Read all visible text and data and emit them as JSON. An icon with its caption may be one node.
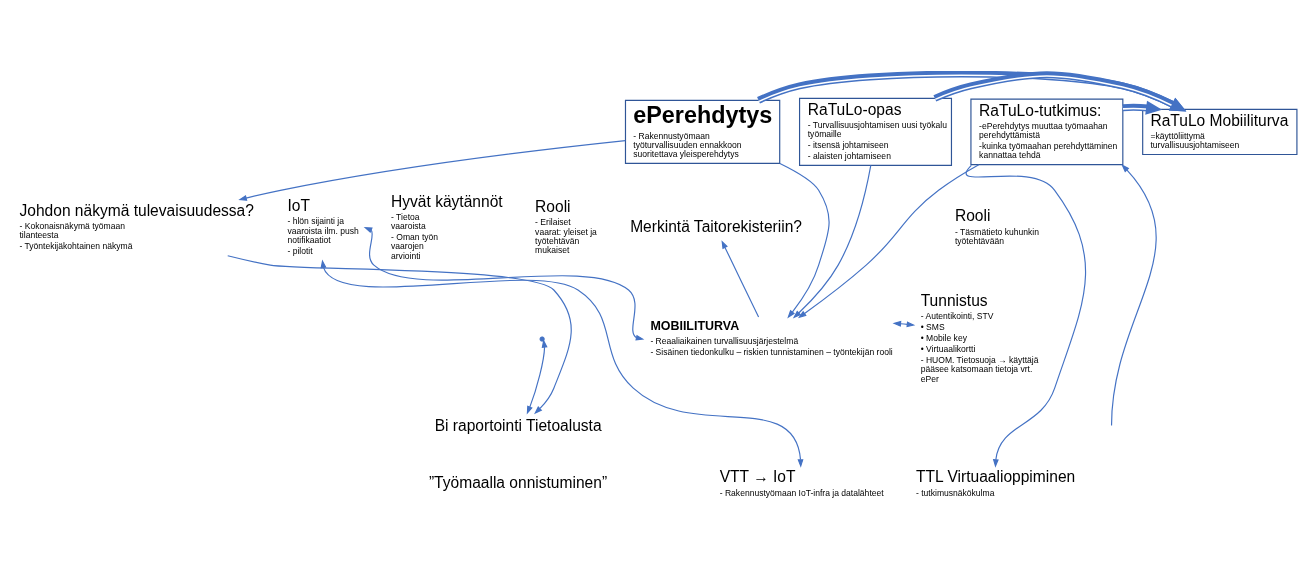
{
  "diagram": {
    "nodes": [
      {
        "text": [
          "ePerehdytys",
          "- Rakennustyömaan työturvallisuuden ennakkoon suoritettava yleisperehdytys"
        ]
      },
      {
        "text": [
          "RaTuLo-opas",
          "- Turvallisuusjohtamisen uusi työkalu työmaille",
          "- itsensä johtamiseen",
          "- alaisten johtamiseen"
        ]
      },
      {
        "text": [
          "RaTuLo-tutkimus:",
          "-ePerehdytys muuttaa työmaahan perehdyttämistä",
          "-kuinka työmaahan perehdyttäminen kannattaa tehdä"
        ]
      },
      {
        "text": [
          "RaTuLo Mobiiliturva",
          "=käyttöliittymä turvallisuusjohtamiseen"
        ]
      },
      {
        "text": [
          "Johdon näkymä tulevaisuudessa?",
          "- Kokonaisnäkymä työmaan tilanteesta",
          "- Työntekijäkohtainen näkymä"
        ]
      },
      {
        "text": [
          "IoT",
          "- hlön sijainti ja vaaroista ilm. push notifikaatiot",
          "- pilotit"
        ]
      },
      {
        "text": [
          "Hyvät käytännöt",
          "- Tietoa vaaroista",
          "- Oman työn vaarojen arviointi"
        ]
      },
      {
        "text": [
          "Rooli",
          "- Erilaiset vaarat: yleiset ja työtehtävän mukaiset"
        ]
      },
      {
        "text": [
          "Merkintä Taitorekisteriin?"
        ]
      },
      {
        "text": [
          "MOBIILITURVA",
          "- Reaaliaikainen turvallisuusjärjestelmä",
          "- Sisäinen tiedonkulku – riskien tunnistaminen – työntekijän rooli"
        ]
      },
      {
        "text": [
          "Rooli",
          "- Täsmätieto kuhunkin työtehtävään"
        ]
      },
      {
        "text": [
          "Tunnistus",
          "- Autentikointi, STV",
          "• SMS",
          "• Mobile key",
          "• Virtuaalikortti",
          "- HUOM. Tietosuoja → käyttäjä pääsee katsomaan tietoja vrt. ePer"
        ]
      },
      {
        "text": [],
        "shape": "point"
      },
      {
        "text": [
          "Bi raportointi Tietoalusta"
        ]
      },
      {
        "text": [
          "VTT → IoT",
          "- Rakennustyömaan IoT-infra ja datalähteet"
        ]
      },
      {
        "text": [
          "TTL Virtuaalioppiminen",
          "- tutkimusnäkökulma"
        ]
      }
    ],
    "edges": [
      {
        "from": 0,
        "to": 3,
        "arrow": "to",
        "style": "thick"
      },
      {
        "from": 1,
        "to": 3,
        "arrow": "to",
        "style": "thick"
      },
      {
        "from": 2,
        "to": 3,
        "arrow": "to",
        "style": "thick"
      },
      {
        "from": 0,
        "to": 4,
        "arrow": "to"
      },
      {
        "from": 0,
        "to": 9,
        "arrow": "to"
      },
      {
        "from": 1,
        "to": 9,
        "arrow": "to"
      },
      {
        "from": 2,
        "to": 9,
        "arrow": "to"
      },
      {
        "from": 9,
        "to": 8,
        "arrow": "to"
      },
      {
        "from": 5,
        "to": 9,
        "arrow": "both"
      },
      {
        "from": 9,
        "to": 11,
        "arrow": "both"
      },
      {
        "from": 2,
        "to": 15,
        "arrow": "to"
      },
      {
        "from": null,
        "to": 2,
        "arrow": "to"
      },
      {
        "from": 4,
        "to": 13,
        "arrow": "to"
      },
      {
        "from": 12,
        "to": 13,
        "arrow": "both"
      },
      {
        "from": 5,
        "to": 14,
        "arrow": "both"
      }
    ],
    "labels": [
      "”Työmaalla onnistuminen”"
    ]
  }
}
